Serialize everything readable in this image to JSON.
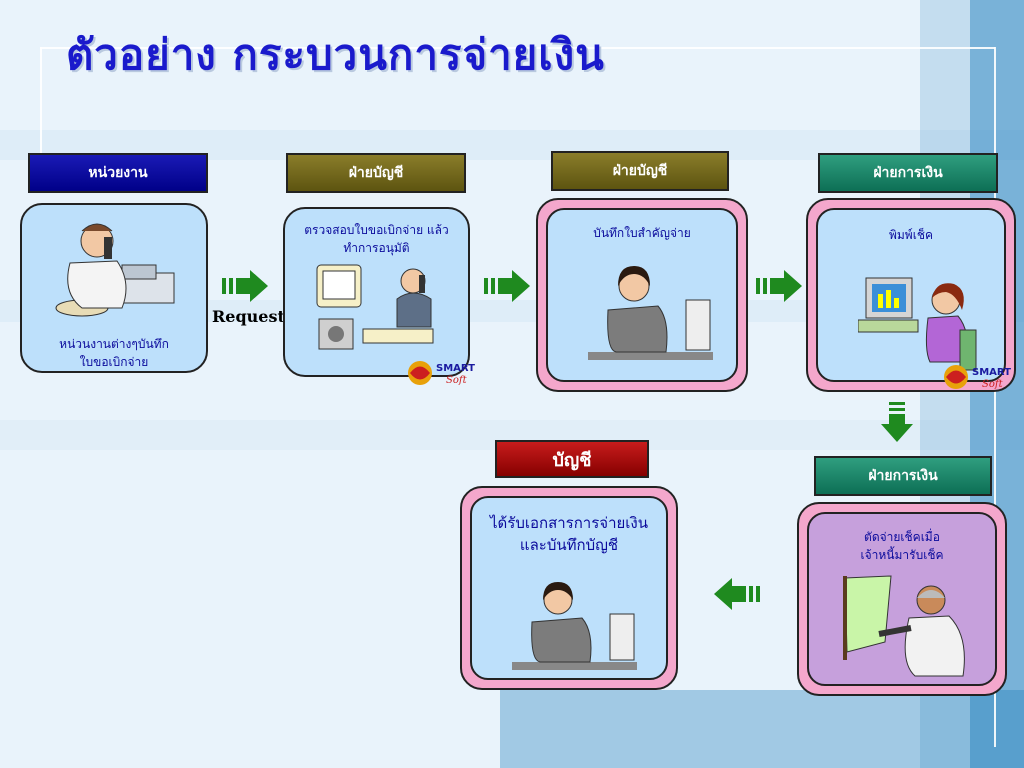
{
  "title": "ตัวอย่าง กระบวนการจ่ายเงิน",
  "request_label": "Request",
  "steps": [
    {
      "heading": "หน่วยงาน",
      "text": [
        "หน่วนงานต่างๆบันทึก",
        "ใบขอเบิกจ่าย"
      ]
    },
    {
      "heading": "ฝ่ายบัญชี",
      "text": [
        "ตรวจสอบใบขอเบิกจ่าย แล้ว",
        "ทำการอนุมัติ"
      ]
    },
    {
      "heading": "ฝ่ายบัญชี",
      "text": [
        "บันทึกใบสำคัญจ่าย"
      ]
    },
    {
      "heading": "ฝ่ายการเงิน",
      "text": [
        "พิมพ์เช็ค"
      ]
    },
    {
      "heading": "ฝ่ายการเงิน",
      "text": [
        "ตัดจ่ายเช็คเมื่อ",
        "เจ้าหนี้มารับเช็ค"
      ]
    },
    {
      "heading": "บัญชี",
      "text": [
        "ได้รับเอกสารการจ่ายเงิน",
        "และบันทึกบัญชี"
      ]
    }
  ],
  "logo": {
    "top": "SMART",
    "bottom": "Soft"
  },
  "colors": {
    "title": "#1a1acc",
    "text": "#0b0b9c",
    "arrow": "#1f8a1f",
    "pink": "#f4a7cc"
  }
}
